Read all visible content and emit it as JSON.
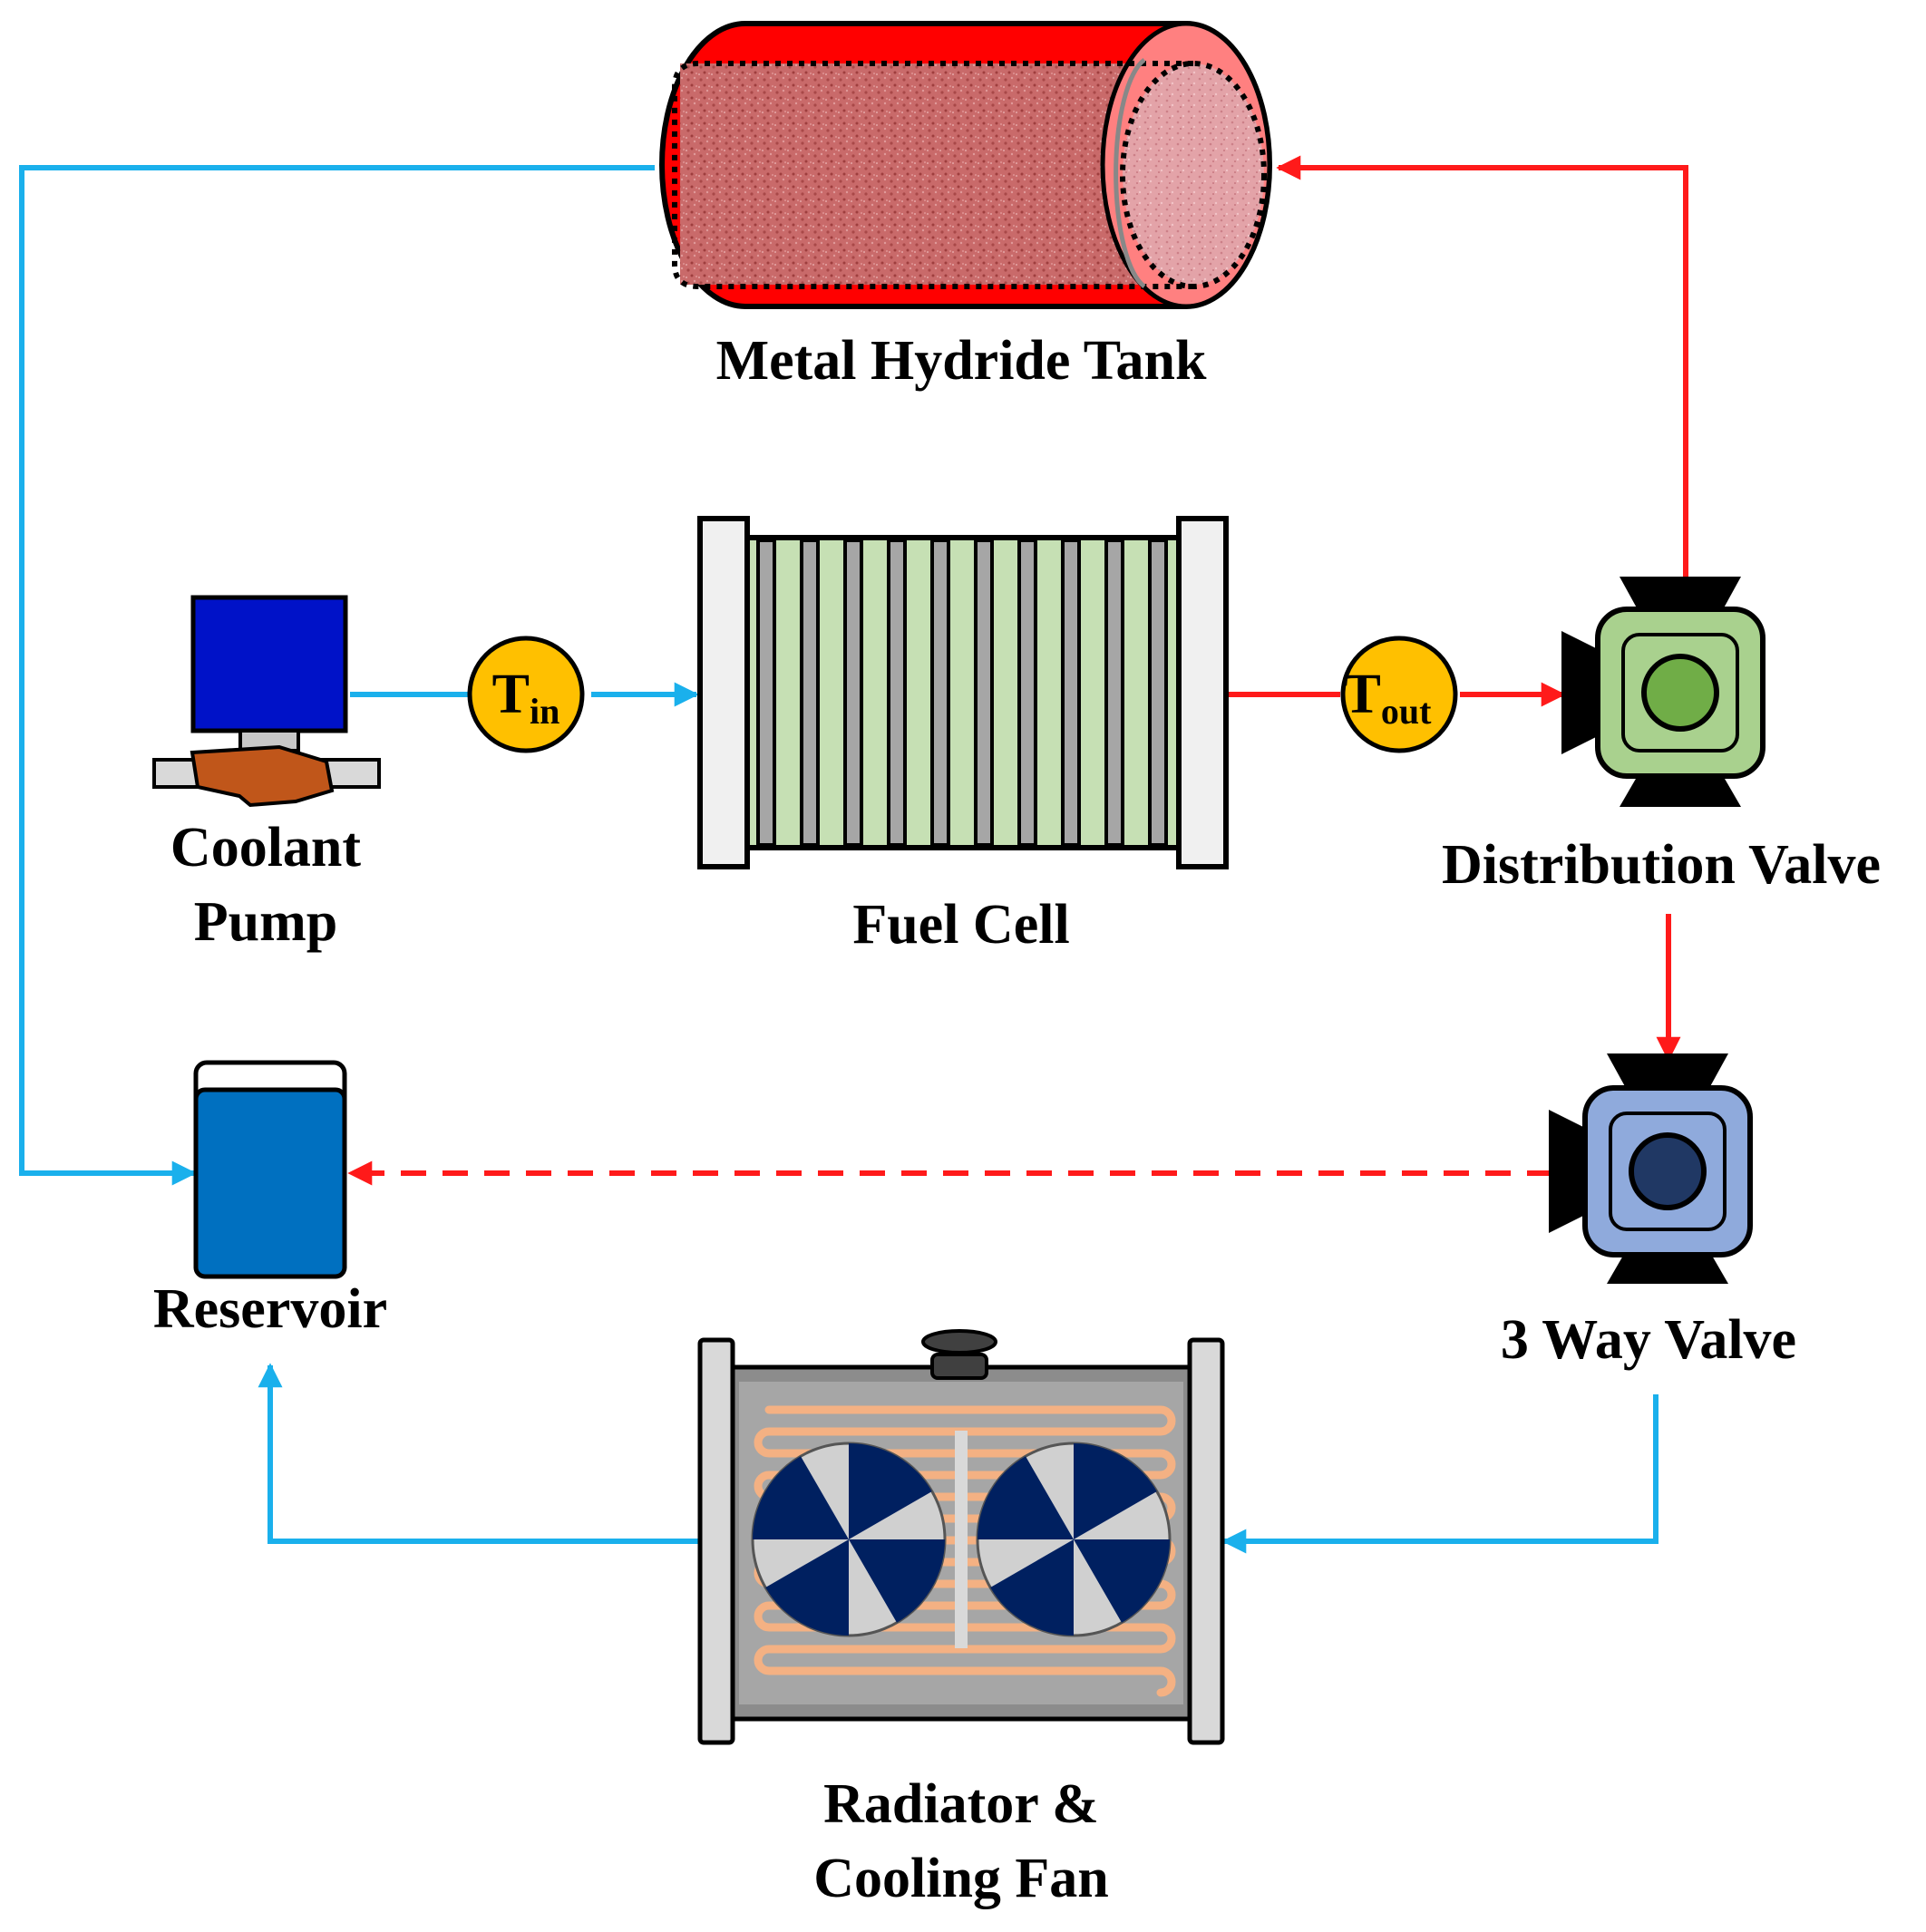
{
  "colors": {
    "cold_line": "#1ab0ec",
    "hot_line": "#ff1a1a",
    "tank_red": "#ff0000",
    "tank_fill": "#c96a6a",
    "tank_end": "#e8a0a4",
    "pump_motor": "#0012c8",
    "pump_body": "#c0561a",
    "sensor_fill": "#ffc000",
    "fuelcell_plate": "#c6e0b4",
    "fuelcell_sep": "#a6a6a6",
    "dist_valve_fill": "#a9d18e",
    "dist_valve_core": "#70ad47",
    "three_way_fill": "#8faadc",
    "three_way_core": "#203864",
    "reservoir_water": "#0070c0",
    "radiator_body": "#a6a6a6",
    "radiator_coil": "#f4b183",
    "fan_blade": "#002060"
  },
  "components": {
    "tank": {
      "label": "Metal Hydride Tank"
    },
    "pump": {
      "label_line1": "Coolant",
      "label_line2": "Pump"
    },
    "fuel_cell": {
      "label": "Fuel Cell"
    },
    "dist_valve": {
      "label": "Distribution Valve"
    },
    "three_way_valve": {
      "label": "3 Way Valve"
    },
    "reservoir": {
      "label": "Reservoir"
    },
    "radiator": {
      "label_line1": "Radiator &",
      "label_line2": "Cooling Fan"
    }
  },
  "sensors": {
    "t_in": {
      "main": "T",
      "sub": "in"
    },
    "t_out": {
      "main": "T",
      "sub": "out"
    }
  }
}
